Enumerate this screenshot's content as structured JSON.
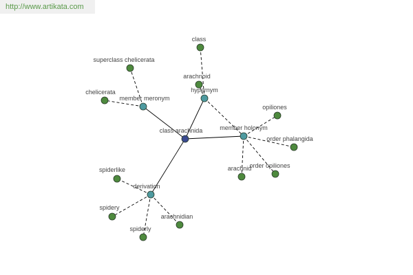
{
  "source": {
    "url": "http://www.artikata.com"
  },
  "colors": {
    "center": "#3a4a90",
    "relation": "#4e9aa0",
    "leaf": "#4e8a3e",
    "solid_edge": "#000000",
    "dashed_edge": "#000000",
    "label": "#444444"
  },
  "graph": {
    "nodes": [
      {
        "id": "center",
        "label": "class arachnida",
        "kind": "center"
      },
      {
        "id": "meronym",
        "label": "member meronym",
        "kind": "relation"
      },
      {
        "id": "hypernym",
        "label": "hypernym",
        "kind": "relation"
      },
      {
        "id": "holonym",
        "label": "member holonym",
        "kind": "relation"
      },
      {
        "id": "derivation",
        "label": "derivation",
        "kind": "relation"
      },
      {
        "id": "superclass",
        "label": "superclass chelicerata",
        "kind": "leaf"
      },
      {
        "id": "chelicerata",
        "label": "chelicerata",
        "kind": "leaf"
      },
      {
        "id": "class",
        "label": "class",
        "kind": "leaf"
      },
      {
        "id": "arachnoid",
        "label": "arachnoid",
        "kind": "leaf"
      },
      {
        "id": "opiliones",
        "label": "opiliones",
        "kind": "leaf"
      },
      {
        "id": "order_phalangida",
        "label": "order phalangida",
        "kind": "leaf"
      },
      {
        "id": "order_opiliones",
        "label": "order opiliones",
        "kind": "leaf"
      },
      {
        "id": "arachnid",
        "label": "arachnid",
        "kind": "leaf"
      },
      {
        "id": "spiderlike",
        "label": "spiderlike",
        "kind": "leaf"
      },
      {
        "id": "spidery",
        "label": "spidery",
        "kind": "leaf"
      },
      {
        "id": "spiderly",
        "label": "spiderly",
        "kind": "leaf"
      },
      {
        "id": "arachnidian",
        "label": "arachnidian",
        "kind": "leaf"
      }
    ],
    "edges": [
      {
        "from": "center",
        "to": "meronym",
        "style": "solid"
      },
      {
        "from": "center",
        "to": "hypernym",
        "style": "solid"
      },
      {
        "from": "center",
        "to": "holonym",
        "style": "solid"
      },
      {
        "from": "center",
        "to": "derivation",
        "style": "solid"
      },
      {
        "from": "meronym",
        "to": "superclass",
        "style": "dashed"
      },
      {
        "from": "meronym",
        "to": "chelicerata",
        "style": "dashed"
      },
      {
        "from": "hypernym",
        "to": "class",
        "style": "dashed"
      },
      {
        "from": "hypernym",
        "to": "arachnoid",
        "style": "dashed"
      },
      {
        "from": "hypernym",
        "to": "holonym",
        "style": "dashed"
      },
      {
        "from": "holonym",
        "to": "opiliones",
        "style": "dashed"
      },
      {
        "from": "holonym",
        "to": "order_phalangida",
        "style": "dashed"
      },
      {
        "from": "holonym",
        "to": "order_opiliones",
        "style": "dashed"
      },
      {
        "from": "holonym",
        "to": "arachnid",
        "style": "dashed"
      },
      {
        "from": "derivation",
        "to": "spiderlike",
        "style": "dashed"
      },
      {
        "from": "derivation",
        "to": "spidery",
        "style": "dashed"
      },
      {
        "from": "derivation",
        "to": "spiderly",
        "style": "dashed"
      },
      {
        "from": "derivation",
        "to": "arachnidian",
        "style": "dashed"
      }
    ]
  }
}
